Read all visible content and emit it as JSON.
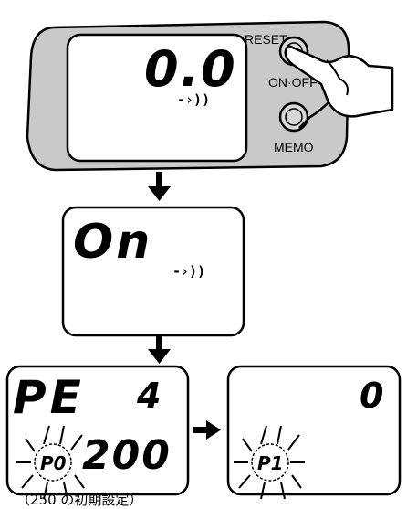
{
  "device": {
    "reset_label": "RESET",
    "onoff_label": "ON·OFF",
    "memo_label": "MEMO",
    "display_reading": "0.0",
    "signal_glyph": "-›))"
  },
  "screen_on": {
    "text": "On",
    "signal_glyph": "-›))"
  },
  "screen_pe": {
    "mode_text": "PE",
    "mode_value": "4",
    "blink_code": "P0",
    "value": "200"
  },
  "screen_p1": {
    "value": "0",
    "blink_code": "P1"
  },
  "caption": "（250 の初期設定）",
  "colors": {
    "device_body": "#c9c9c9",
    "outline": "#000000",
    "background": "#ffffff"
  },
  "icons": [
    "down-arrow-icon",
    "right-arrow-icon",
    "hand-pointer-icon",
    "blink-rays-icon"
  ]
}
